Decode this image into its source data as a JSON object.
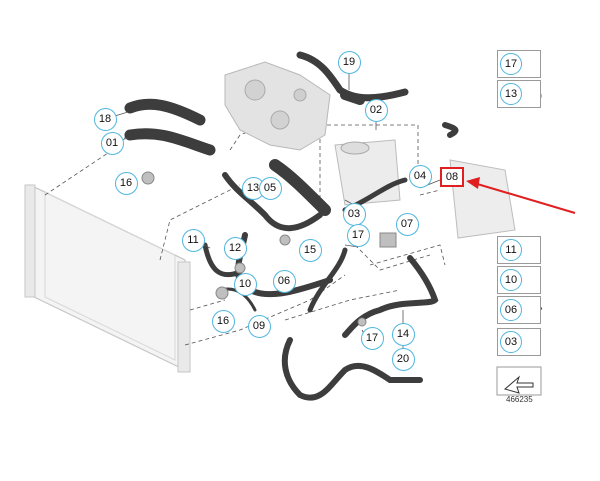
{
  "diagram": {
    "callouts": [
      {
        "id": "19",
        "label": "19"
      },
      {
        "id": "02",
        "label": "02"
      },
      {
        "id": "18",
        "label": "18"
      },
      {
        "id": "01",
        "label": "01"
      },
      {
        "id": "16a",
        "label": "16"
      },
      {
        "id": "13",
        "label": "13"
      },
      {
        "id": "05",
        "label": "05"
      },
      {
        "id": "04",
        "label": "04"
      },
      {
        "id": "08",
        "label": "08"
      },
      {
        "id": "03",
        "label": "03"
      },
      {
        "id": "17a",
        "label": "17"
      },
      {
        "id": "07",
        "label": "07"
      },
      {
        "id": "11",
        "label": "11"
      },
      {
        "id": "12",
        "label": "12"
      },
      {
        "id": "15",
        "label": "15"
      },
      {
        "id": "10",
        "label": "10"
      },
      {
        "id": "06",
        "label": "06"
      },
      {
        "id": "16b",
        "label": "16"
      },
      {
        "id": "09",
        "label": "09"
      },
      {
        "id": "17b",
        "label": "17"
      },
      {
        "id": "14",
        "label": "14"
      },
      {
        "id": "20",
        "label": "20"
      }
    ],
    "highlighted": "08",
    "highlight_color": "#e02020",
    "callout_color": "#4fb6de"
  },
  "legend": {
    "items": [
      {
        "label": "17",
        "icon": "hose-clamp-icon"
      },
      {
        "label": "13",
        "icon": "spring-clamp-icon"
      },
      {
        "label": "11",
        "icon": "clip-icon"
      },
      {
        "label": "10",
        "icon": "clip-icon"
      },
      {
        "label": "06",
        "icon": "hose-bend-icon"
      },
      {
        "label": "03",
        "icon": "hose-clamp-icon"
      }
    ]
  },
  "doc_id": "466235"
}
